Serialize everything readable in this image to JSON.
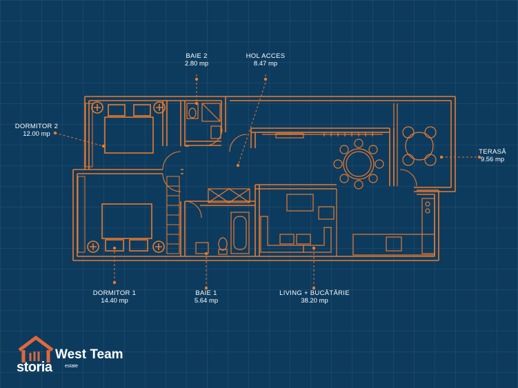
{
  "rooms": {
    "baie2": {
      "name": "BAIE 2",
      "area": "2.80 mp"
    },
    "hol": {
      "name": "HOL ACCES",
      "area": "8.47 mp"
    },
    "dormitor2": {
      "name": "DORMITOR 2",
      "area": "12.00 mp"
    },
    "terasa": {
      "name": "TERASĂ",
      "area": "9.56 mp"
    },
    "dormitor1": {
      "name": "DORMITOR 1",
      "area": "14.40 mp"
    },
    "baie1": {
      "name": "BAIE 1",
      "area": "5.64 mp"
    },
    "living": {
      "name": "LIVING + BUCĂTĂRIE",
      "area": "38.20 mp"
    }
  },
  "logo": {
    "team": "West Team",
    "storia": "storia",
    "estate": "estate"
  },
  "colors": {
    "background": "#0d3b5e",
    "lines": "#f07a2a",
    "text": "#ffffff"
  }
}
